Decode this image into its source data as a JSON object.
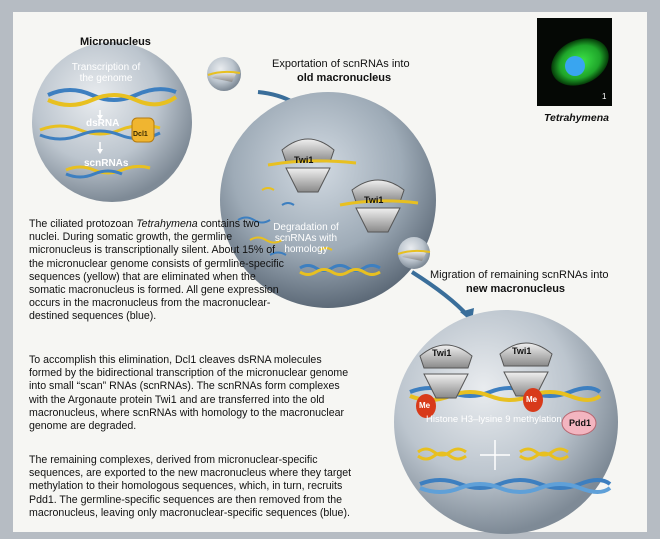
{
  "micronucleus": {
    "title": "Micronucleus",
    "transcription": "Transcription of the genome",
    "dsrna": "dsRNA",
    "dcl1": "Dcl1",
    "scnrnas": "scnRNAs"
  },
  "export_label": {
    "line1": "Exportation of scnRNAs into",
    "line2": "old macronucleus"
  },
  "old_macro": {
    "twi1_a": "Twi1",
    "twi1_b": "Twi1",
    "degradation": "Degradation of scnRNAs with homology"
  },
  "migration_label": {
    "line1": "Migration of remaining scnRNAs into",
    "line2": "new macronucleus"
  },
  "new_macro": {
    "twi1_a": "Twi1",
    "twi1_b": "Twi1",
    "me_a": "Me",
    "me_b": "Me",
    "histone": "Histone H3–lysine 9 methylation",
    "pdd1": "Pdd1"
  },
  "photo": {
    "number": "1",
    "caption": "Tetrahymena"
  },
  "text": {
    "p1_pre": "The ciliated protozoan ",
    "p1_em": "Tetrahymena",
    "p1_post": " contains two nuclei. During somatic growth, the germline micronucleus is transcriptionally silent. About 15% of the micronuclear genome consists of germline-specific sequences (yellow) that are eliminated when the somatic macronucleus is formed. All gene expression occurs in the macronucleus from the macronuclear-destined sequences (blue).",
    "p2": "To accomplish this elimination, Dcl1 cleaves dsRNA molecules formed by the bidirectional transcription of the micronuclear genome into small “scan” RNAs (scnRNAs). The scnRNAs form complexes with the Argonaute protein Twi1 and are transferred into the old macronucleus, where scnRNAs with homology to the macronuclear genome are degraded.",
    "p3": "The remaining complexes, derived from micronuclear-specific sequences, are exported to the new macronucleus where they target methylation to their homologous sequences, which, in turn, recruits Pdd1. The germline-specific sequences are then removed from the macronucleus, leaving only macronuclear-specific sequences (blue)."
  },
  "colors": {
    "germline": "#e8c020",
    "macronuclear": "#3d7fc0",
    "me": "#d83a1a",
    "pdd1": "#f3b5c0",
    "panel": "#f5f5f2",
    "photo_green": "#30d040",
    "photo_blue": "#39a5f0"
  }
}
